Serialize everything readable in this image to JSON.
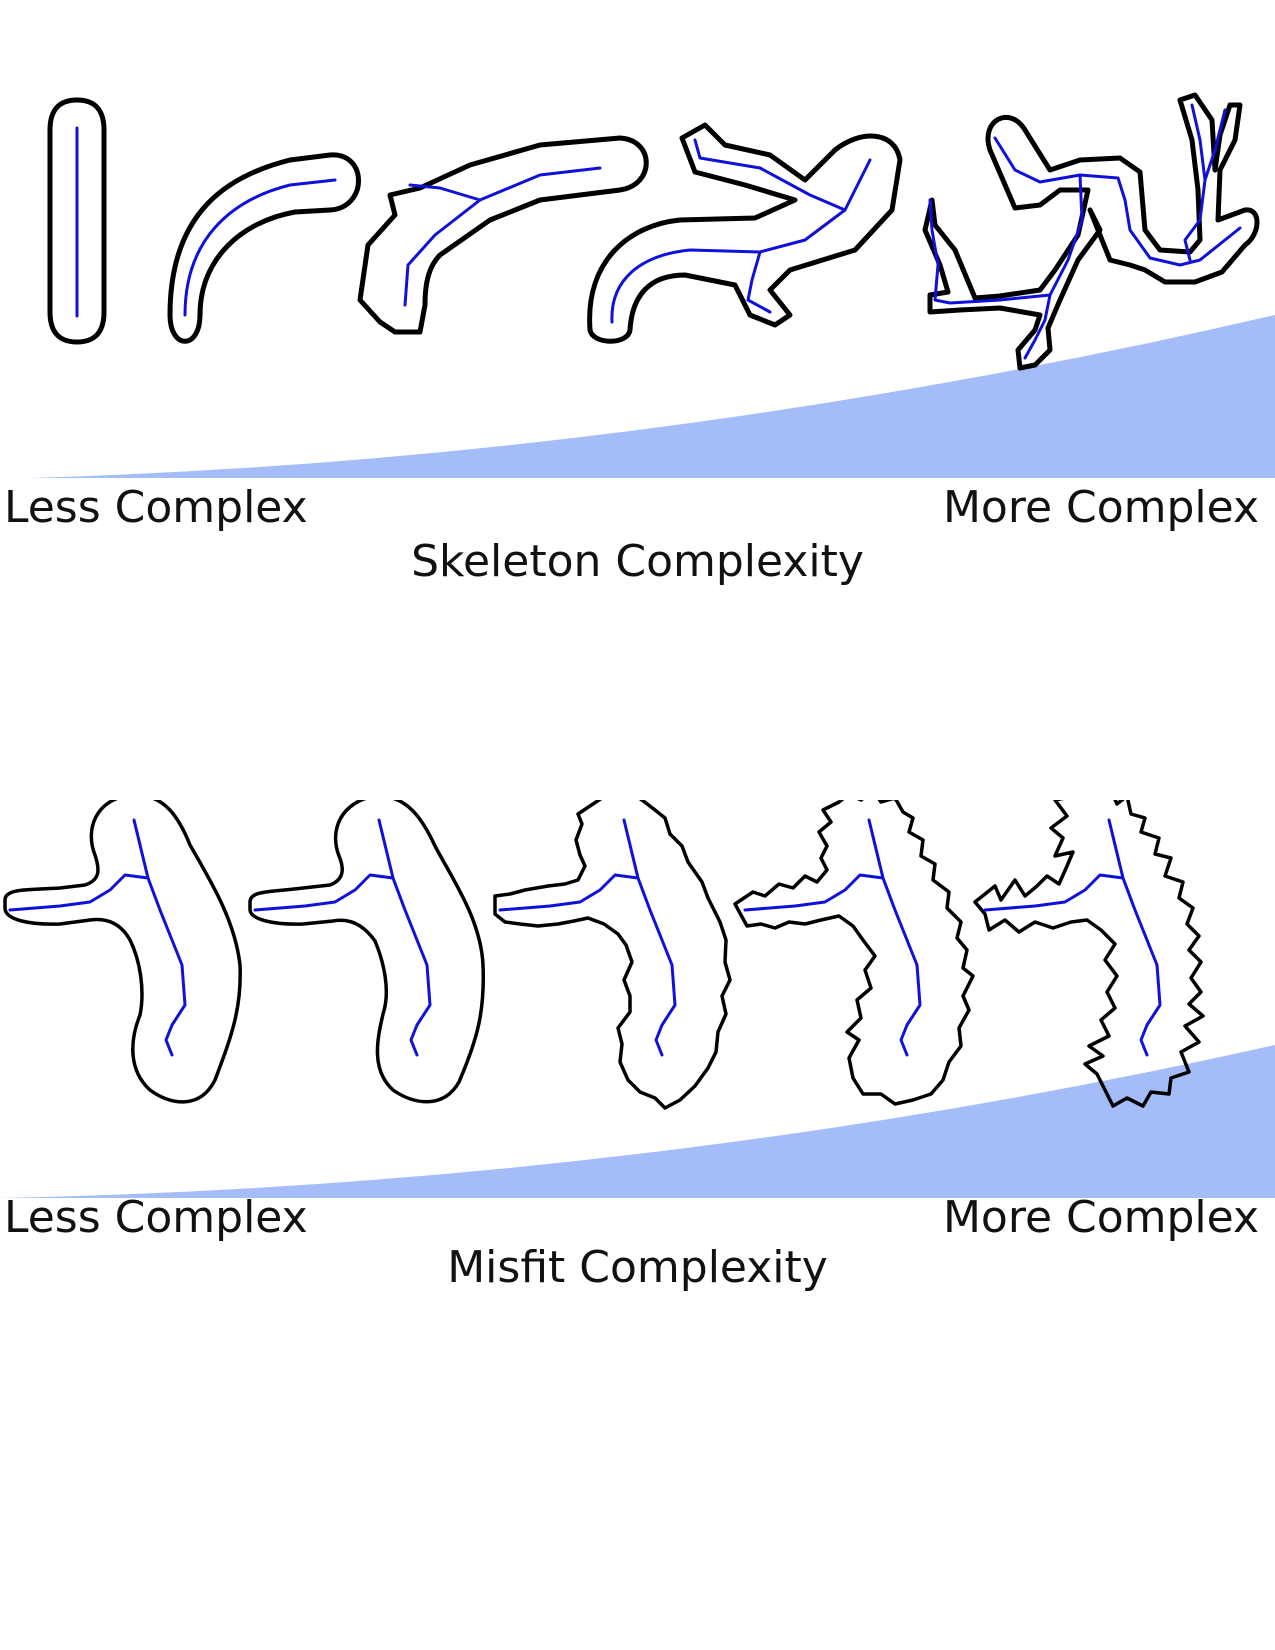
{
  "skeleton_panel": {
    "left_label": "Less Complex",
    "right_label": "More Complex",
    "axis_title": "Skeleton Complexity",
    "shape_count": 5
  },
  "misfit_panel": {
    "left_label": "Less Complex",
    "right_label": "More Complex",
    "axis_title": "Misfit Complexity",
    "shape_count": 5
  },
  "colors": {
    "outline": "#000000",
    "skeleton_line": "#1010dd",
    "complexity_wedge": "#a4bdf9",
    "background": "#ffffff"
  }
}
